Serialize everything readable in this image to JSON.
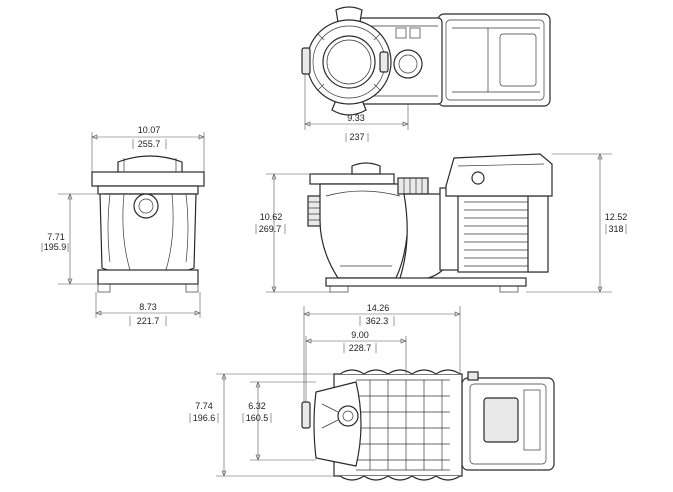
{
  "dimensions": {
    "top_width": {
      "in": "9.33",
      "mm": "237"
    },
    "front_width": {
      "in": "10.07",
      "mm": "255.7"
    },
    "front_height": {
      "in": "7.71",
      "mm": "195.9"
    },
    "front_base": {
      "in": "8.73",
      "mm": "221.7"
    },
    "side_height": {
      "in": "10.62",
      "mm": "269.7"
    },
    "overall_height": {
      "in": "12.52",
      "mm": "318"
    },
    "overall_length": {
      "in": "14.26",
      "mm": "362.3"
    },
    "mount_length": {
      "in": "9.00",
      "mm": "228.7"
    },
    "base_width": {
      "in": "7.74",
      "mm": "196.6"
    },
    "mount_width": {
      "in": "6.32",
      "mm": "160.5"
    }
  }
}
